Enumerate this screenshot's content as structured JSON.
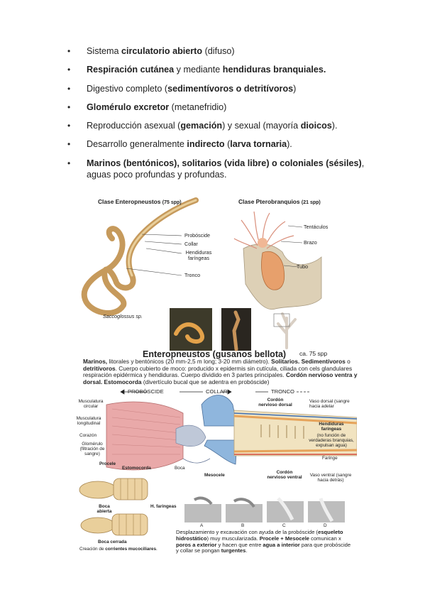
{
  "bullets": [
    {
      "pre": "Sistema ",
      "b1": "circulatorio abierto",
      "mid": " (difuso)",
      "b2": "",
      "post": ""
    },
    {
      "pre": "",
      "b1": "Respiración cutánea",
      "mid": " y mediante ",
      "b2": "hendiduras branquiales.",
      "post": ""
    },
    {
      "pre": "Digestivo completo (",
      "b1": "sedimentívoros o detritívoros",
      "mid": ")",
      "b2": "",
      "post": ""
    },
    {
      "pre": "",
      "b1": "Glomérulo excretor",
      "mid": " (metanefridio)",
      "b2": "",
      "post": ""
    },
    {
      "pre": "Reproducción asexual (",
      "b1": "gemación",
      "mid": ") y sexual (mayoría ",
      "b2": "dioicos",
      "post": ")."
    },
    {
      "pre": "Desarrollo generalmente ",
      "b1": "indirecto",
      "mid": " (",
      "b2": "larva tornaria",
      "post": ")."
    },
    {
      "pre": "",
      "b1": "Marinos (bentónicos), solitarios (vida libre) o coloniales (sésiles)",
      "mid": ", aguas poco profundas y profundas.",
      "b2": "",
      "post": ""
    }
  ],
  "figure": {
    "class1": "Clase Enteropneustos",
    "class1_spp": "(75 spp)",
    "class2": "Clase Pterobranquios",
    "class2_spp": "(21 spp)",
    "left_labels": [
      "Probóscide",
      "Collar",
      "Hendiduras faríngeas",
      "Tronco"
    ],
    "species": "Saccoglossus sp.",
    "right_labels": [
      "Tentáculos",
      "Brazo",
      "Tubo"
    ],
    "title": "Enteropneustos (gusanos bellota)",
    "ca": "ca. 75 spp",
    "para": {
      "p1": "Marinos,",
      "p2": " litorales y bentónicos (20 mm-2,5 m long; 3-20 mm diámetro). ",
      "p3": "Solitarios. Sedimentívoros",
      "p4": " o ",
      "p5": "detritívoros",
      "p6": ". Cuerpo cubierto de moco: producido x epidermis sin cutícula, ciliada con cels glandulares respiración epidérmica y hendiduras. Cuerpo dividido en 3 partes principales. ",
      "p7": "Cordón nervioso ventra y dorsal. Estomocorda",
      "p8": " (divertículo bucal que se adentra en probóscide)"
    },
    "regions": [
      "PROBÓSCIDE",
      "COLLAR",
      "TRONCO"
    ],
    "anatomy_left": [
      "Musculatura circular",
      "Musculatura longitudinal",
      "Corazón",
      "Glomérulo (filtración de sangre)",
      "Procele",
      "Estomocorda",
      "Boca",
      "Mesocele"
    ],
    "cordon_dorsal": "Cordón nervioso dorsal",
    "vaso_dorsal": "Vaso dorsal (sangre hacia adelar",
    "hendiduras": "Hendiduras faríngeas",
    "hend_note": "(no función de verdaderas branquias, expulsan agua)",
    "faringe": "Faringe",
    "cordon_ventral": "Cordón nervioso ventral",
    "vaso_ventral": "Vaso ventral (sangre hacia detrás)",
    "boca_abierta": "Boca abierta",
    "h_faringeas": "H. faringeas",
    "boca_cerrada": "Boca cerrada",
    "creacion_pre": "Creación de ",
    "creacion_b": "corrientes mucociliares",
    "creacion_post": ".",
    "panels": [
      "A",
      "B",
      "C",
      "D"
    ],
    "despl": {
      "d1": "Desplazamiento y excavación con ayuda de la probóscide (",
      "d2": "esqueleto hidrostático",
      "d3": ") muy muscularizada. ",
      "d4": "Procele + Mesocele",
      "d5": " comunican x ",
      "d6": "poros a exterior",
      "d7": " y hacen que entre ",
      "d8": "agua a interior",
      "d9": " para que probóscide y collar se pongan ",
      "d10": "turgentes",
      "d11": "."
    }
  }
}
